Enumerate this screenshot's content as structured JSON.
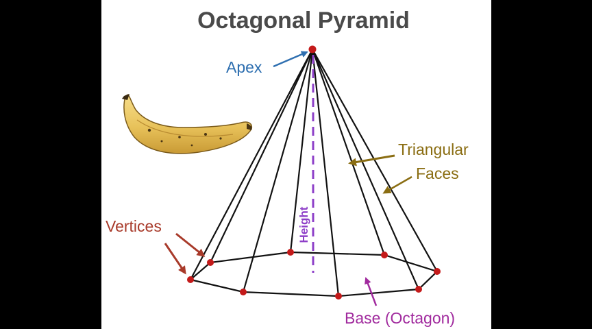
{
  "title": "Octagonal Pyramid",
  "labels": {
    "apex": "Apex",
    "triangular_line1": "Triangular",
    "triangular_line2": "Faces",
    "vertices": "Vertices",
    "height": "Height",
    "base": "Base (Octagon)"
  },
  "colors": {
    "apex": "#2e6fb0",
    "faces": "#8a6d12",
    "vertices": "#a83a2a",
    "height": "#8e3fc8",
    "base": "#a12b9e",
    "vertex_dot": "#c41a1a",
    "edge": "#111111"
  },
  "illustration": {
    "object": "banana-image"
  }
}
